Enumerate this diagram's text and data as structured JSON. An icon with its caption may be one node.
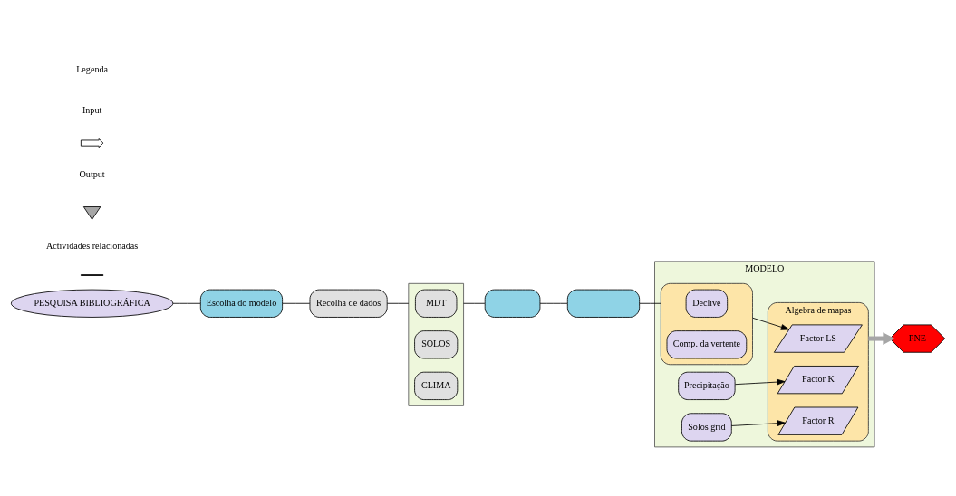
{
  "diagram": {
    "nodes": [
      {
        "text": [
          "PESQUISA BIBLIOGRÁFICA"
        ]
      },
      {
        "text": [
          "Escolha do modelo"
        ]
      },
      {
        "text": [
          "Recolha de dados"
        ]
      },
      {
        "text": [],
        "shape": "box"
      },
      {
        "text": [
          "MDT"
        ],
        "in": 3
      },
      {
        "text": [
          "SOLOS"
        ],
        "in": 3
      },
      {
        "text": [
          "CLIMA"
        ],
        "in": 3
      },
      {
        "text": [],
        "shape": "box"
      },
      {
        "text": [],
        "shape": "box"
      },
      {
        "text": [
          "MODELO"
        ]
      },
      {
        "text": [],
        "shape": "box",
        "in": 9
      },
      {
        "text": [
          "Declive"
        ],
        "in": 10
      },
      {
        "text": [
          "Comp. da vertente"
        ],
        "in": 10
      },
      {
        "text": [
          "Precipitação"
        ],
        "in": 9
      },
      {
        "text": [
          "Solos grid"
        ],
        "in": 9
      },
      {
        "text": [
          "Algebra de mapas"
        ],
        "in": 9
      },
      {
        "text": [
          "Factor LS"
        ],
        "in": 15
      },
      {
        "text": [
          "Factor K"
        ],
        "in": 15
      },
      {
        "text": [
          "Factor R"
        ],
        "in": 15
      },
      {
        "text": [
          "PNE"
        ]
      }
    ],
    "edges": [
      {
        "from": 0,
        "to": 1,
        "arrow": "none"
      },
      {
        "from": 1,
        "to": 2,
        "arrow": "none"
      },
      {
        "from": 2,
        "to": 3,
        "arrow": "none"
      },
      {
        "from": 3,
        "to": 7,
        "arrow": "none"
      },
      {
        "from": 7,
        "to": 8,
        "arrow": "none"
      },
      {
        "from": 8,
        "to": 10,
        "arrow": "none"
      },
      {
        "from": 10,
        "to": 16,
        "arrow": "to"
      },
      {
        "from": 13,
        "to": 17,
        "arrow": "to"
      },
      {
        "from": 14,
        "to": 18,
        "arrow": "to"
      },
      {
        "from": 15,
        "to": 19,
        "arrow": "to",
        "style": "thick",
        "color": "#a6a6a6"
      }
    ],
    "labels": [
      "Legenda"
    ],
    "legend": [
      {
        "text": "Input"
      },
      {
        "text": "Output"
      },
      {
        "text": "Actividades relacionadas"
      }
    ]
  }
}
